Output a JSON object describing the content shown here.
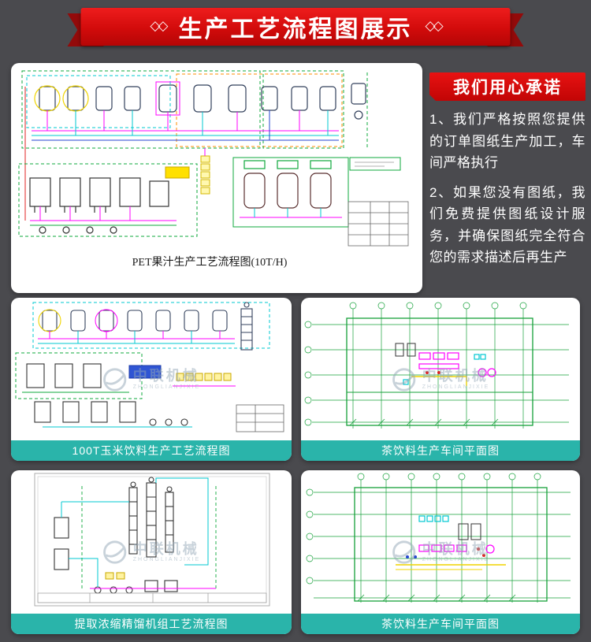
{
  "banner": {
    "ornament": "◇◇",
    "title": "生产工艺流程图展示"
  },
  "promise": {
    "badge": "我们用心承诺",
    "item1": "1、我们严格按照您提供的订单图纸生产加工，车间严格执行",
    "item2": "2、如果您没有图纸，我们免费提供图纸设计服务，并确保图纸完全符合您的需求描述后再生产"
  },
  "cards": {
    "main_caption": "PET果汁生产工艺流程图(10T/H)",
    "grid1_caption": "100T玉米饮料生产工艺流程图",
    "grid2_caption": "茶饮料生产车间平面图",
    "grid3_caption": "提取浓缩精馏机组工艺流程图",
    "grid4_caption": "茶饮料生产车间平面图"
  },
  "watermark": {
    "text": "中联机械",
    "subtext": "ZHONGLIANJIXIE"
  },
  "colors": {
    "accent_red": "#d20b0b",
    "teal": "#2ab4aa",
    "background": "#4a4a4e"
  }
}
